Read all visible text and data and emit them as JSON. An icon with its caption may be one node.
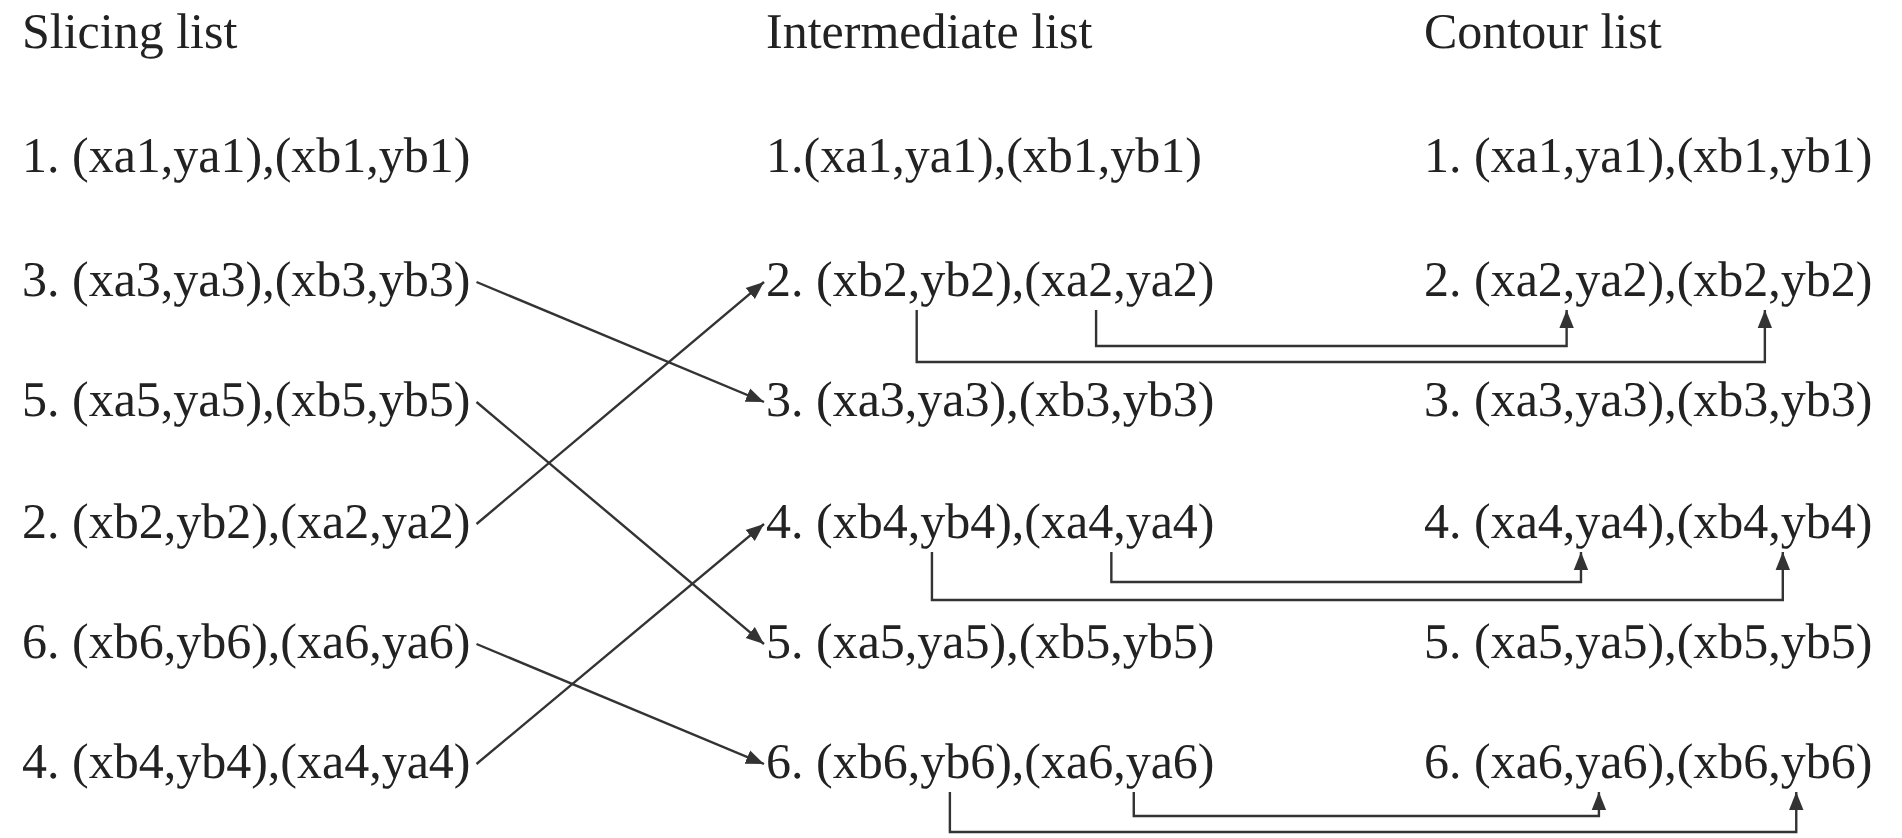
{
  "diagram": {
    "nodes": [
      {
        "text": [
          "3. (xa3,ya3),(xb3,yb3)"
        ]
      },
      {
        "text": [
          "5. (xa5,ya5),(xb5,yb5)"
        ]
      },
      {
        "text": [
          "2. (xb2,yb2),(xa2,ya2)"
        ]
      },
      {
        "text": [
          "6. (xb6,yb6),(xa6,ya6)"
        ]
      },
      {
        "text": [
          "4. (xb4,yb4),(xa4,ya4)"
        ]
      },
      {
        "text": [
          "2. (xb2,yb2),(xa2,ya2)"
        ]
      },
      {
        "text": [
          "3. (xa3,ya3),(xb3,yb3)"
        ]
      },
      {
        "text": [
          "4. (xb4,yb4),(xa4,ya4)"
        ]
      },
      {
        "text": [
          "5. (xa5,ya5),(xb5,yb5)"
        ]
      },
      {
        "text": [
          "6. (xb6,yb6),(xa6,ya6)"
        ]
      },
      {
        "text": [
          "2. (xa2,ya2),(xb2,yb2)"
        ]
      },
      {
        "text": [
          "4. (xa4,ya4),(xb4,yb4)"
        ]
      },
      {
        "text": [
          "6. (xa6,ya6),(xb6,yb6)"
        ]
      }
    ],
    "edges": [
      {
        "from": 0,
        "to": 6,
        "arrow": "to"
      },
      {
        "from": 1,
        "to": 8,
        "arrow": "to"
      },
      {
        "from": 2,
        "to": 5,
        "arrow": "to"
      },
      {
        "from": 3,
        "to": 9,
        "arrow": "to"
      },
      {
        "from": 4,
        "to": 7,
        "arrow": "to"
      },
      {
        "from": 5,
        "to": 10,
        "arrow": "to"
      },
      {
        "from": 5,
        "to": 10,
        "arrow": "to"
      },
      {
        "from": 7,
        "to": 11,
        "arrow": "to"
      },
      {
        "from": 7,
        "to": 11,
        "arrow": "to"
      },
      {
        "from": 9,
        "to": 12,
        "arrow": "to"
      },
      {
        "from": 9,
        "to": 12,
        "arrow": "to"
      }
    ],
    "labels": [
      "Slicing list",
      "Intermediate list",
      "Contour list",
      "1. (xa1,ya1),(xb1,yb1)",
      "1.(xa1,ya1),(xb1,yb1)",
      "1. (xa1,ya1),(xb1,yb1)",
      "3. (xa3,ya3),(xb3,yb3)",
      "5. (xa5,ya5),(xb5,yb5)"
    ]
  }
}
